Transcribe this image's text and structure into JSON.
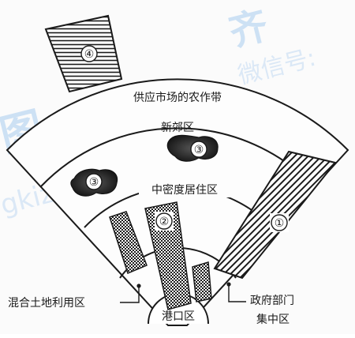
{
  "zones": {
    "outer_belt": "供应市场的农作带",
    "suburb": "新郊区",
    "mid_high": "中密度居住区",
    "port": "港口区",
    "mixed_use": "混合土地利用区",
    "gov_line1": "政府部门",
    "gov_line2": "集中区"
  },
  "markers": {
    "m1": "①",
    "m2": "②",
    "m3": "③",
    "m4": "④"
  },
  "watermarks": {
    "qi": "齐",
    "weixin": "微信号:",
    "tu": "图",
    "gkizq": "gkizq"
  },
  "colors": {
    "ink": "#1a1a1a",
    "watermark": "#a9cdf0"
  }
}
